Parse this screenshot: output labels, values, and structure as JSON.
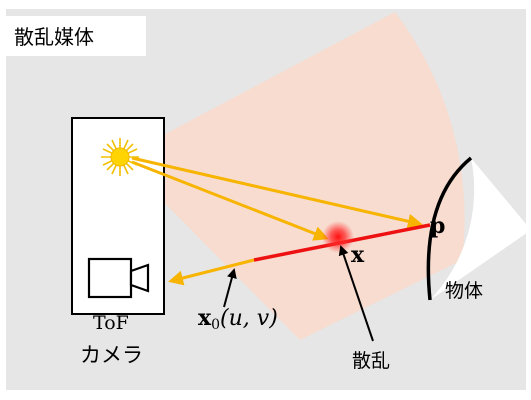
{
  "medium": {
    "label": "散乱媒体"
  },
  "camera": {
    "tof_label": "ToF",
    "label": "カメラ"
  },
  "ray": {
    "origin_label_bold": "x",
    "origin_label_sub": "0",
    "origin_label_args": "(u, v)"
  },
  "scatter_point": {
    "label": "x",
    "annotation": "散乱"
  },
  "object": {
    "point_label": "p",
    "label": "物体"
  },
  "colors": {
    "medium_background": "#e6e6e6",
    "light_cone": "#f7dccf",
    "light_path": "#f7b400",
    "return_path": "#f7b400",
    "scatter_segment": "#ee1111",
    "scatter_glow": "#ff2020",
    "sun": "#ffd400",
    "outline": "#000000"
  },
  "icons": [
    "sun-icon",
    "video-camera-icon"
  ]
}
